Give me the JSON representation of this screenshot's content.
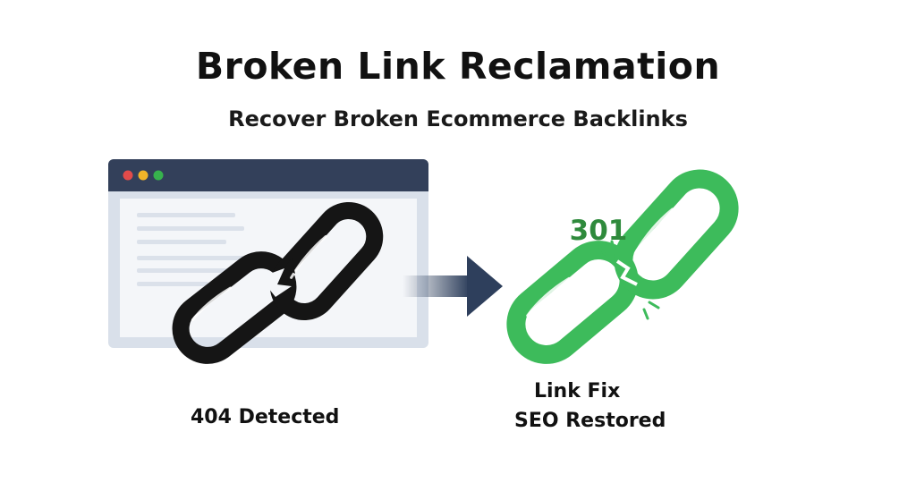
{
  "header": {
    "title": "Broken Link Reclamation",
    "subtitle": "Recover Broken Ecommerce Backlinks"
  },
  "left_panel": {
    "caption": "404 Detected",
    "icon": "broken-chain-icon",
    "window_controls": [
      "red",
      "yellow",
      "green"
    ]
  },
  "right_panel": {
    "redirect_code": "301",
    "caption_line1": "Link Fix",
    "caption_line2": "SEO Restored",
    "icon": "green-chain-icon"
  },
  "colors": {
    "browser_bar": "#33405a",
    "browser_frame": "#d9e0ea",
    "browser_body": "#f4f6f9",
    "chain_black": "#151515",
    "chain_green": "#3dbb5b",
    "arrow": "#2e3f5c",
    "dot_red": "#e24b4a",
    "dot_yellow": "#f0b429",
    "dot_green": "#37b24d"
  }
}
